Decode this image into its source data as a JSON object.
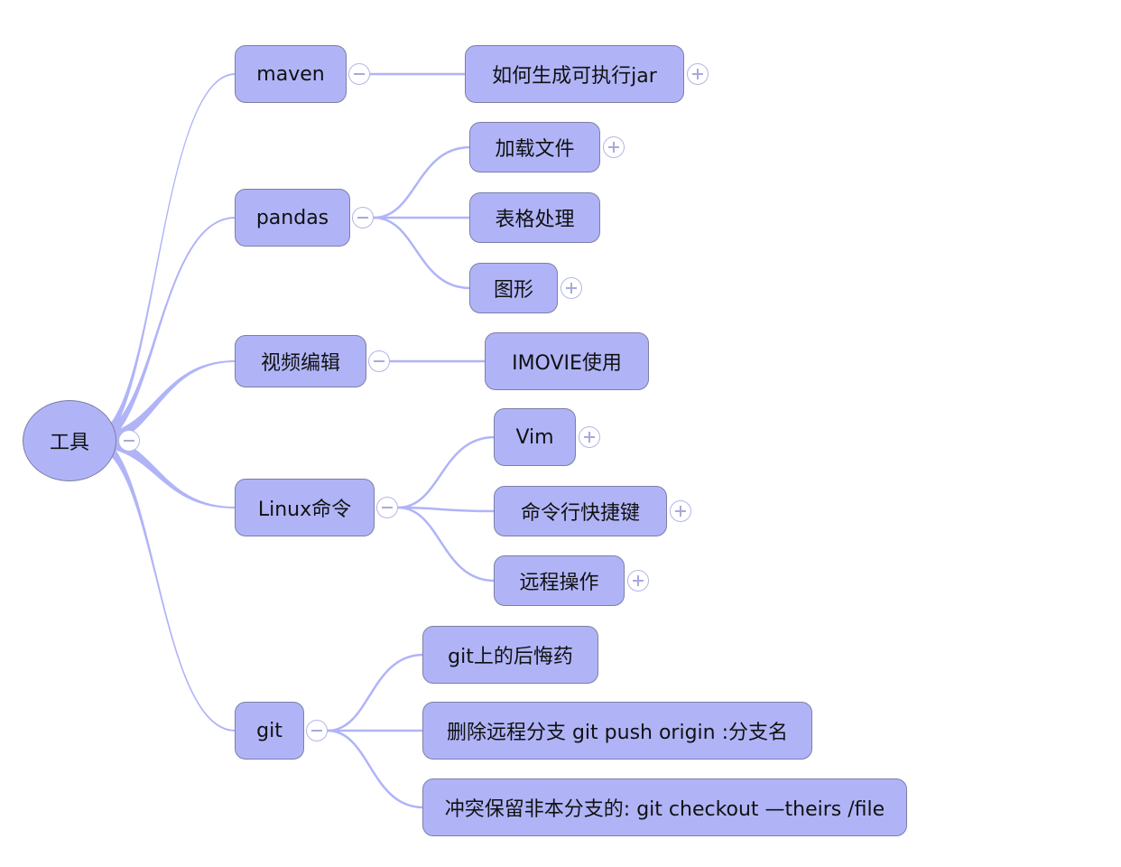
{
  "colors": {
    "node_fill": "#b0b4f7",
    "node_border": "#7b7fa6",
    "edge": "#b0b4f7",
    "toggle_border": "#b3b5e6"
  },
  "root": {
    "label": "工具",
    "toggle": "collapse-icon",
    "children": [
      {
        "label": "maven",
        "toggle": "collapse-icon",
        "children": [
          {
            "label": "如何生成可执行jar",
            "toggle": "expand-icon"
          }
        ]
      },
      {
        "label": "pandas",
        "toggle": "collapse-icon",
        "children": [
          {
            "label": "加载文件",
            "toggle": "expand-icon"
          },
          {
            "label": "表格处理"
          },
          {
            "label": "图形",
            "toggle": "expand-icon"
          }
        ]
      },
      {
        "label": "视频编辑",
        "toggle": "collapse-icon",
        "children": [
          {
            "label": "IMOVIE使用"
          }
        ]
      },
      {
        "label": "Linux命令",
        "toggle": "collapse-icon",
        "children": [
          {
            "label": "Vim",
            "toggle": "expand-icon"
          },
          {
            "label": "命令行快捷键",
            "toggle": "expand-icon"
          },
          {
            "label": "远程操作",
            "toggle": "expand-icon"
          }
        ]
      },
      {
        "label": "git",
        "toggle": "collapse-icon",
        "children": [
          {
            "label": "git上的后悔药"
          },
          {
            "label": "删除远程分支 git push origin :分支名"
          },
          {
            "label": "冲突保留非本分支的: git checkout —theirs /file"
          }
        ]
      }
    ]
  }
}
